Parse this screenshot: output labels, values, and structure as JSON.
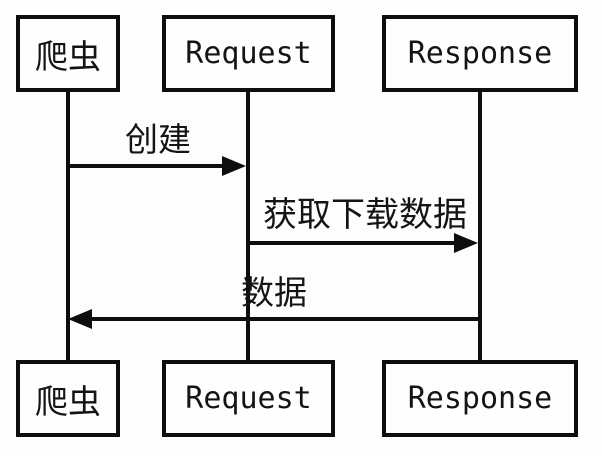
{
  "diagram": {
    "type": "sequence-diagram",
    "colors": {
      "line": "#0d0d0d",
      "background": "#fdfdfd",
      "box_fill": "#fefefe",
      "text": "#141414"
    },
    "actors": [
      {
        "id": "crawler",
        "label": "爬虫"
      },
      {
        "id": "request",
        "label": "Request"
      },
      {
        "id": "response",
        "label": "Response"
      }
    ],
    "messages": [
      {
        "label": "创建",
        "from": "爬虫",
        "to": "Request",
        "direction": "right"
      },
      {
        "label": "获取下载数据",
        "from": "Request",
        "to": "Response",
        "direction": "right"
      },
      {
        "label": "数据",
        "from": "Response",
        "to": "爬虫",
        "direction": "left"
      }
    ]
  }
}
